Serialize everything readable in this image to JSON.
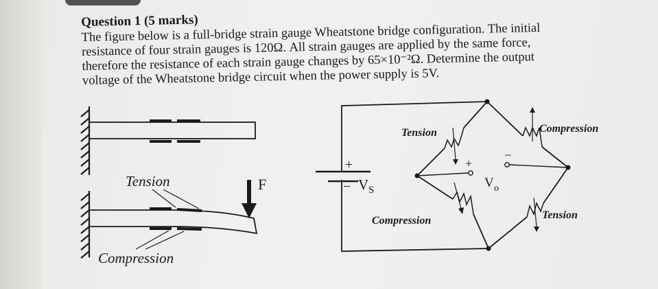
{
  "question": {
    "title": "Question 1 (5 marks)",
    "lines": [
      "The figure below is a full-bridge strain gauge Wheatstone bridge configuration. The initial",
      "resistance of four strain gauges is 120Ω. All strain gauges are applied by the same force,",
      "therefore the resistance of each strain gauge changes by 65×10⁻²Ω. Determine the output",
      "voltage of the Wheatstone bridge circuit when the power supply is 5V."
    ]
  },
  "beam_figure": {
    "tension_label": "Tension",
    "compression_label": "Compression",
    "force_label": "F"
  },
  "circuit_figure": {
    "plus_sign": "+",
    "minus_sign": "−",
    "supply_label": "V",
    "supply_subscript": "S",
    "output_label": "V",
    "output_subscript": "o",
    "output_plus": "+",
    "output_minus": "−",
    "top_left_gauge": "Tension",
    "top_right_gauge": "Compression",
    "bottom_left_gauge": "Compression",
    "bottom_right_gauge": "Tension"
  }
}
